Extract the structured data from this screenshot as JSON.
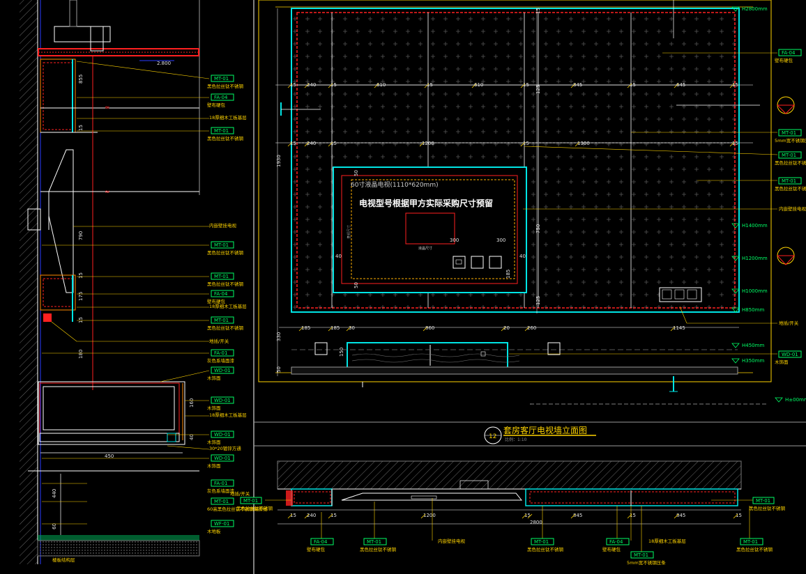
{
  "drawing": {
    "title": "套房客厅电视墙立面图",
    "scale": "比例：1:10",
    "number": "12",
    "tv_label": "60寸液晶电视(1110*620mm)",
    "tv_note": "电视型号根据甲方实际采购尺寸预留",
    "tv_hidden": "液晶尺寸",
    "level_2800": "2.800"
  },
  "elev_levels": [
    {
      "id": "lv1",
      "label": "H2800mm"
    },
    {
      "id": "lv2",
      "label": "H1400mm"
    },
    {
      "id": "lv3",
      "label": "H1200mm"
    },
    {
      "id": "lv4",
      "label": "H1000mm"
    },
    {
      "id": "lv5",
      "label": "H850mm"
    },
    {
      "id": "lv6",
      "label": "H450mm"
    },
    {
      "id": "lv7",
      "label": "H350mm"
    },
    {
      "id": "lv8",
      "label": "H±00mm"
    }
  ],
  "right_tags": [
    {
      "code": "FA-04",
      "note": "壁布硬包"
    },
    {
      "code": "MT-01",
      "note": "5mm宽不锈钢压条"
    },
    {
      "code": "MT-01",
      "note": "黑色拉丝钛不锈钢"
    },
    {
      "code": "MT-01",
      "note": "黑色拉丝钛不锈钢"
    },
    {
      "code": "",
      "note": "内嵌壁挂电视"
    },
    {
      "code": "",
      "note": "地插/开关"
    },
    {
      "code": "WD-01",
      "note": "木饰面"
    }
  ],
  "left_tags": [
    {
      "code": "MT-01",
      "note": "黑色拉丝钛不锈钢"
    },
    {
      "code": "FA-04",
      "note": "壁布硬包"
    },
    {
      "code": "",
      "note": "18厚细木工板基层"
    },
    {
      "code": "MT-01",
      "note": "黑色拉丝钛不锈钢"
    },
    {
      "code": "",
      "note": "内嵌壁挂电视"
    },
    {
      "code": "MT-01",
      "note": "黑色拉丝钛不锈钢"
    },
    {
      "code": "MT-01",
      "note": "黑色拉丝钛不锈钢"
    },
    {
      "code": "FA-04",
      "note": "壁布硬包"
    },
    {
      "code": "",
      "note": "18厚细木工板基层"
    },
    {
      "code": "MT-01",
      "note": "黑色拉丝钛不锈钢"
    },
    {
      "code": "",
      "note": "地插/开关"
    },
    {
      "code": "FA-01",
      "note": "灰色系墙面漆"
    },
    {
      "code": "WD-01",
      "note": "木饰面"
    },
    {
      "code": "WD-01",
      "note": "木饰面"
    },
    {
      "code": "",
      "note": "18厚细木工板基层"
    },
    {
      "code": "WD-01",
      "note": "木饰面"
    },
    {
      "code": "",
      "note": "30*20镀锌方通"
    },
    {
      "code": "WD-01",
      "note": "木饰面"
    },
    {
      "code": "FA-01",
      "note": "灰色系墙面漆"
    },
    {
      "code": "MT-01",
      "note": "60高黑色拉丝钛不锈钢踢脚线"
    },
    {
      "code": "WF-01",
      "note": "木地板"
    }
  ],
  "left_floor_note": "楼板结构层",
  "bottom_tags": [
    {
      "code": "FA-04",
      "note": "壁布硬包"
    },
    {
      "code": "MT-01",
      "note": "黑色拉丝钛不锈钢"
    },
    {
      "code": "",
      "note": "内嵌壁挂电视"
    },
    {
      "code": "MT-01",
      "note": "黑色拉丝钛不锈钢"
    },
    {
      "code": "FA-04",
      "note": "壁布硬包"
    },
    {
      "code": "",
      "note": "18厚细木工板基层"
    },
    {
      "code": "MT-01",
      "note": "5mm宽不锈钢压条"
    },
    {
      "code": "MT-01",
      "note": "黑色拉丝钛不锈钢"
    }
  ],
  "bottom_side_tags": [
    {
      "code": "MT-01",
      "note": "黑色拉丝钛不锈钢"
    },
    {
      "code": "MT-01",
      "note": "黑色拉丝钛不锈钢"
    }
  ],
  "bottom_side_note": "地插/开关",
  "dims_top_row": [
    "15",
    "240",
    "15",
    "610",
    "15",
    "610",
    "15",
    "845",
    "15",
    "645",
    "15"
  ],
  "dims_mid_row": [
    "15",
    "240",
    "15",
    "1200",
    "15",
    "1300",
    "15"
  ],
  "dims_cab_row": [
    "185",
    "185",
    "30",
    "860",
    "20",
    "260",
    "1145"
  ],
  "dims_left_vert": [
    "1930",
    "750",
    "125",
    "125",
    "15",
    "185",
    "50",
    "50"
  ],
  "dims_cab_vert": [
    "330",
    "150",
    "50"
  ],
  "dims_tv": [
    "300",
    "300",
    "40",
    "40",
    "50",
    "50"
  ],
  "dims_left_section": [
    "855",
    "15",
    "790",
    "15",
    "175",
    "15",
    "180",
    "160",
    "40",
    "450",
    "440",
    "60"
  ],
  "dims_bottom": [
    "15",
    "240",
    "15",
    "1200",
    "15",
    "845",
    "15",
    "845",
    "15",
    "2800"
  ]
}
